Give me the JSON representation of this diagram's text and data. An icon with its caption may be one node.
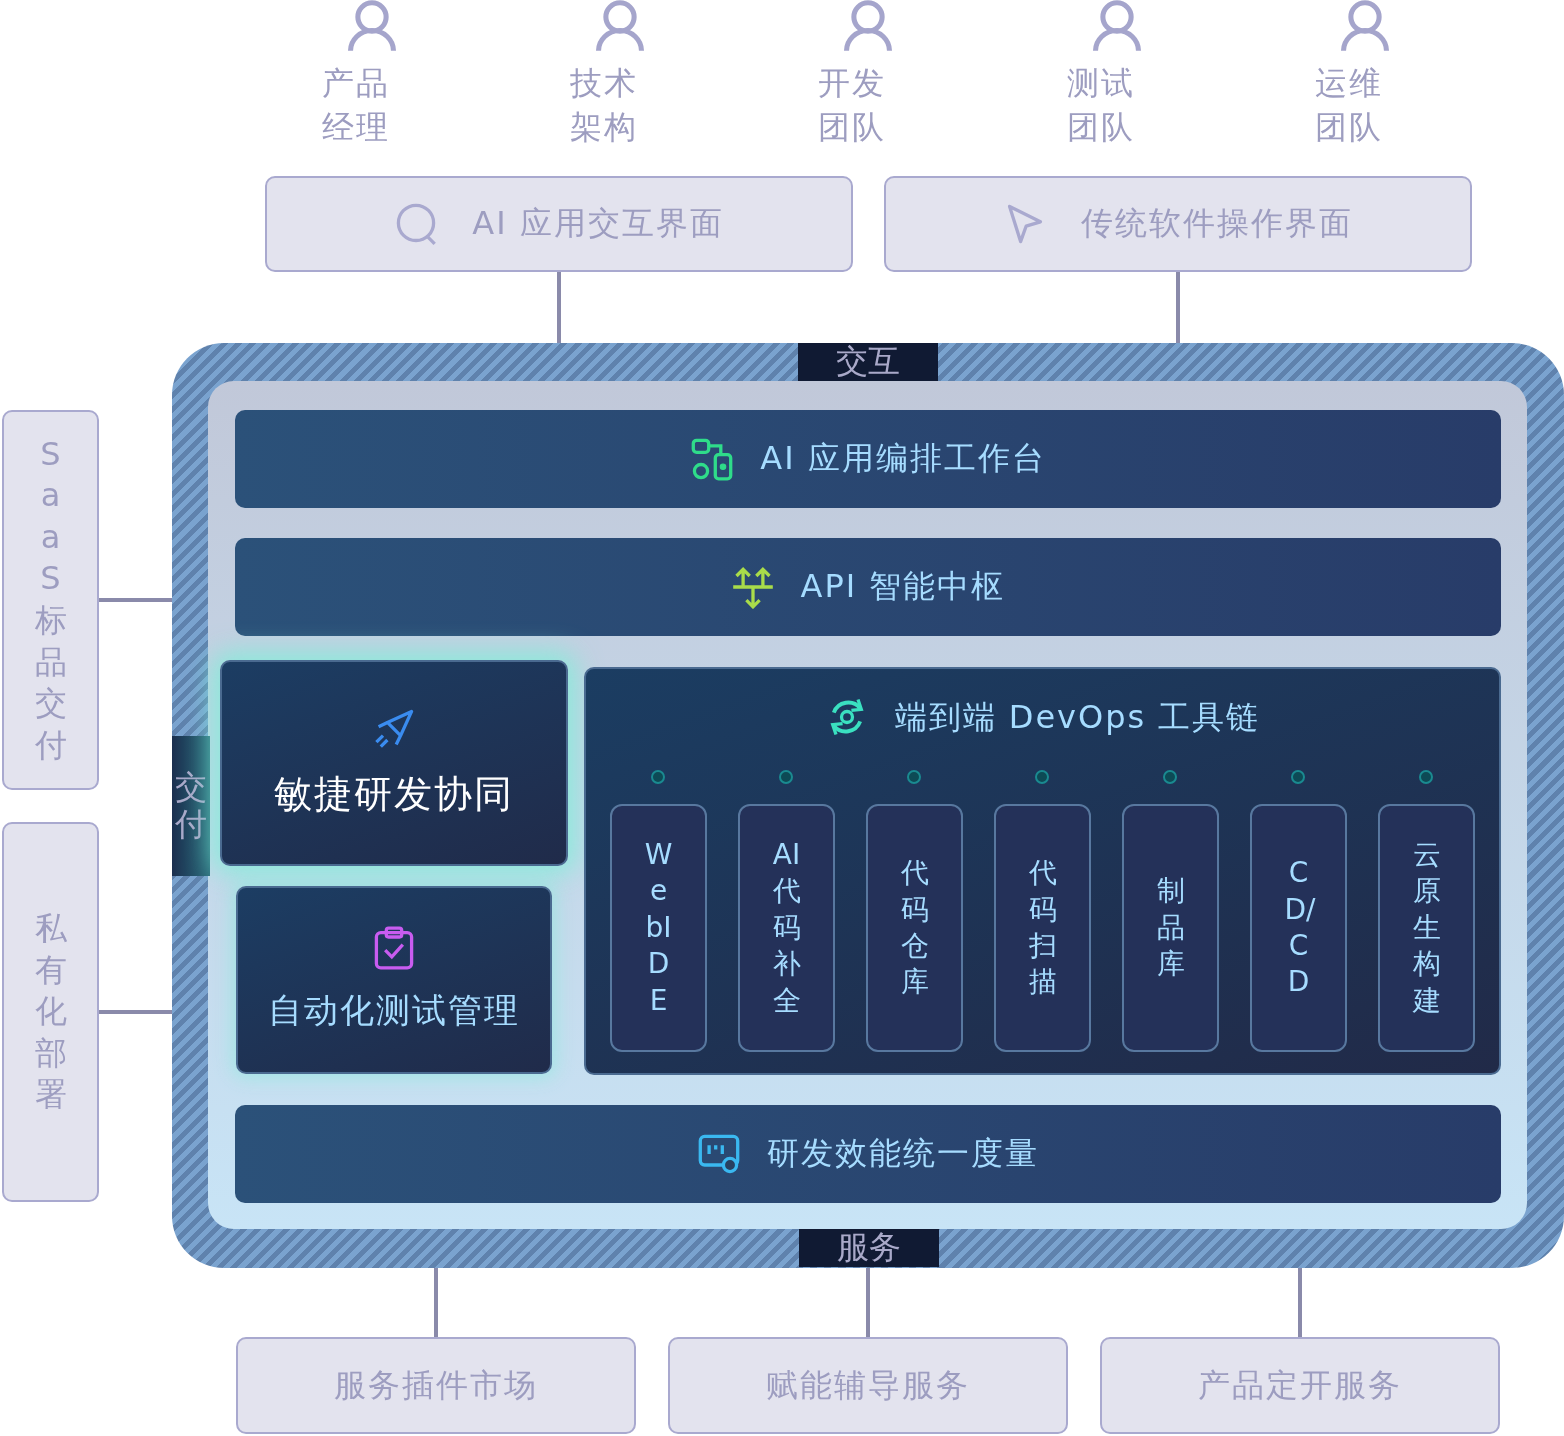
{
  "diagram": {
    "nodes": [
      {
        "text": [
          "产品经理"
        ]
      },
      {
        "text": [
          "技术架构"
        ]
      },
      {
        "text": [
          "开发团队"
        ]
      },
      {
        "text": [
          "测试团队"
        ]
      },
      {
        "text": [
          "运维团队"
        ]
      },
      {
        "text": [
          "AI 应用交互界面"
        ]
      },
      {
        "text": [
          "传统软件操作界面"
        ]
      },
      {
        "text": [
          "交互",
          "交付",
          "服务"
        ]
      },
      {
        "text": [
          "AI 应用编排工作台"
        ],
        "in": 7
      },
      {
        "text": [
          "API 智能中枢"
        ],
        "in": 7
      },
      {
        "text": [
          "敏捷研发协同"
        ],
        "in": 7
      },
      {
        "text": [
          "自动化测试管理"
        ],
        "in": 7
      },
      {
        "text": [
          "端到端 DevOps 工具链"
        ],
        "in": 7
      },
      {
        "text": [
          "WebIDE"
        ],
        "in": 12
      },
      {
        "text": [
          "AI代码补全"
        ],
        "in": 12
      },
      {
        "text": [
          "代码仓库"
        ],
        "in": 12
      },
      {
        "text": [
          "代码扫描"
        ],
        "in": 12
      },
      {
        "text": [
          "制品库"
        ],
        "in": 12
      },
      {
        "text": [
          "CD/CD"
        ],
        "in": 12
      },
      {
        "text": [
          "云原生构建"
        ],
        "in": 12
      },
      {
        "text": [
          "研发效能统一度量"
        ],
        "in": 7
      },
      {
        "text": [
          "SaaS标品交付"
        ]
      },
      {
        "text": [
          "私有化部署"
        ]
      },
      {
        "text": [
          "服务插件市场"
        ]
      },
      {
        "text": [
          "赋能辅导服务"
        ]
      },
      {
        "text": [
          "产品定开服务"
        ]
      }
    ],
    "edges": [
      {
        "from": 5,
        "to": 7,
        "arrow": "none"
      },
      {
        "from": 6,
        "to": 7,
        "arrow": "none"
      },
      {
        "from": 21,
        "to": 7,
        "arrow": "none"
      },
      {
        "from": 22,
        "to": 7,
        "arrow": "none"
      },
      {
        "from": 7,
        "to": 23,
        "arrow": "none"
      },
      {
        "from": 7,
        "to": 24,
        "arrow": "none"
      },
      {
        "from": 7,
        "to": 25,
        "arrow": "none"
      }
    ]
  }
}
